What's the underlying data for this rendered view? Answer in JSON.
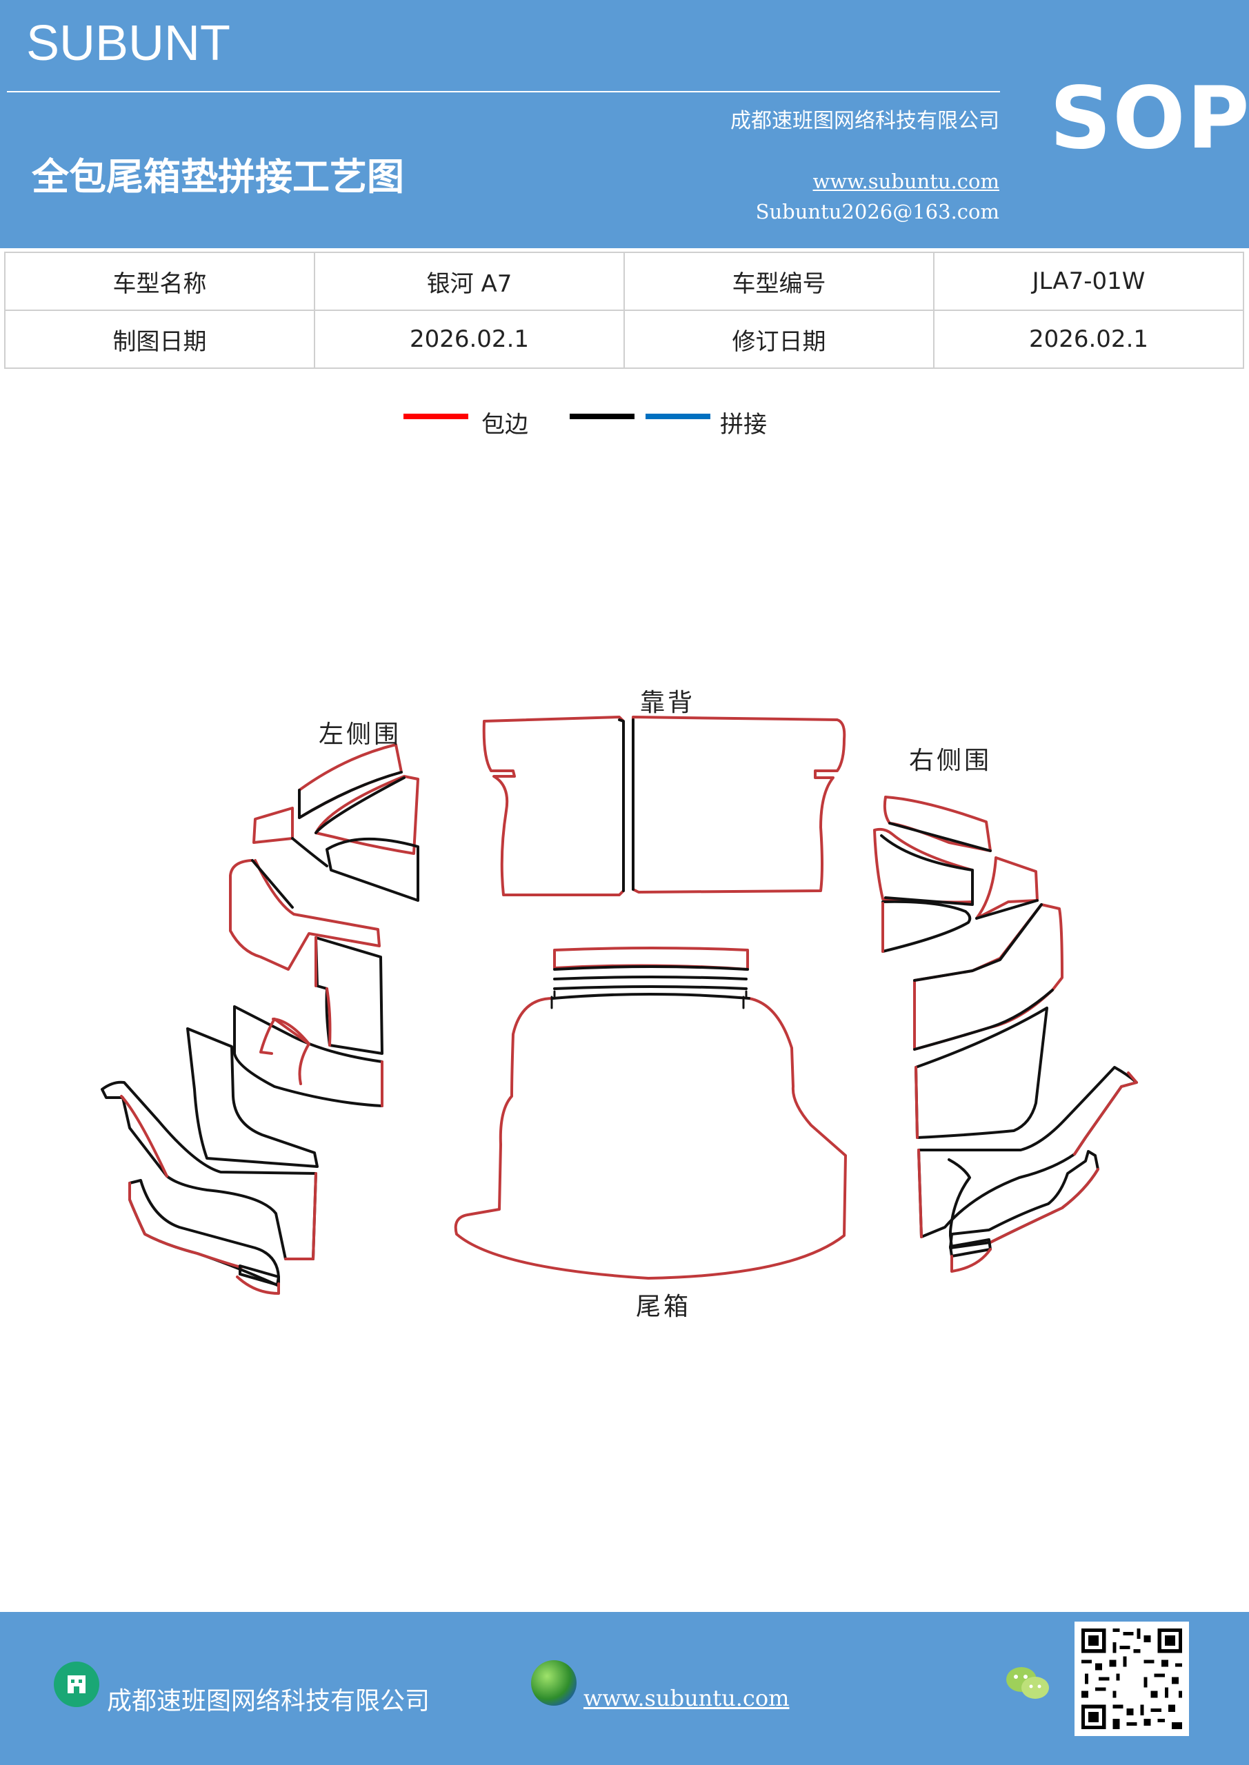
{
  "header": {
    "brand": "SUBUNT",
    "company": "成都速班图网络科技有限公司",
    "title": "全包尾箱垫拼接工艺图",
    "website": "www.subuntu.com",
    "email": "Subuntu2026@163.com",
    "badge": "SOP",
    "bg_color": "#5b9bd5"
  },
  "info_table": [
    [
      "车型名称",
      "银河 A7",
      "车型编号",
      "JLA7-01W"
    ],
    [
      "制图日期",
      "2026.02.1",
      "修订日期",
      "2026.02.1"
    ]
  ],
  "legend": [
    {
      "label": "包边",
      "color": "#ff0000"
    },
    {
      "label": "",
      "color": "#000000"
    },
    {
      "label": "拼接",
      "color": "#0070c0"
    }
  ],
  "diagram": {
    "labels": {
      "left": "左侧围",
      "back": "靠背",
      "right": "右侧围",
      "trunk": "尾箱"
    },
    "edge_color": "#c0393b",
    "seam_color": "#111111"
  },
  "footer": {
    "company": "成都速班图网络科技有限公司",
    "website": "www.subuntu.com",
    "icons": [
      "building-icon",
      "globe-icon",
      "wechat-icon",
      "qr-code"
    ]
  }
}
